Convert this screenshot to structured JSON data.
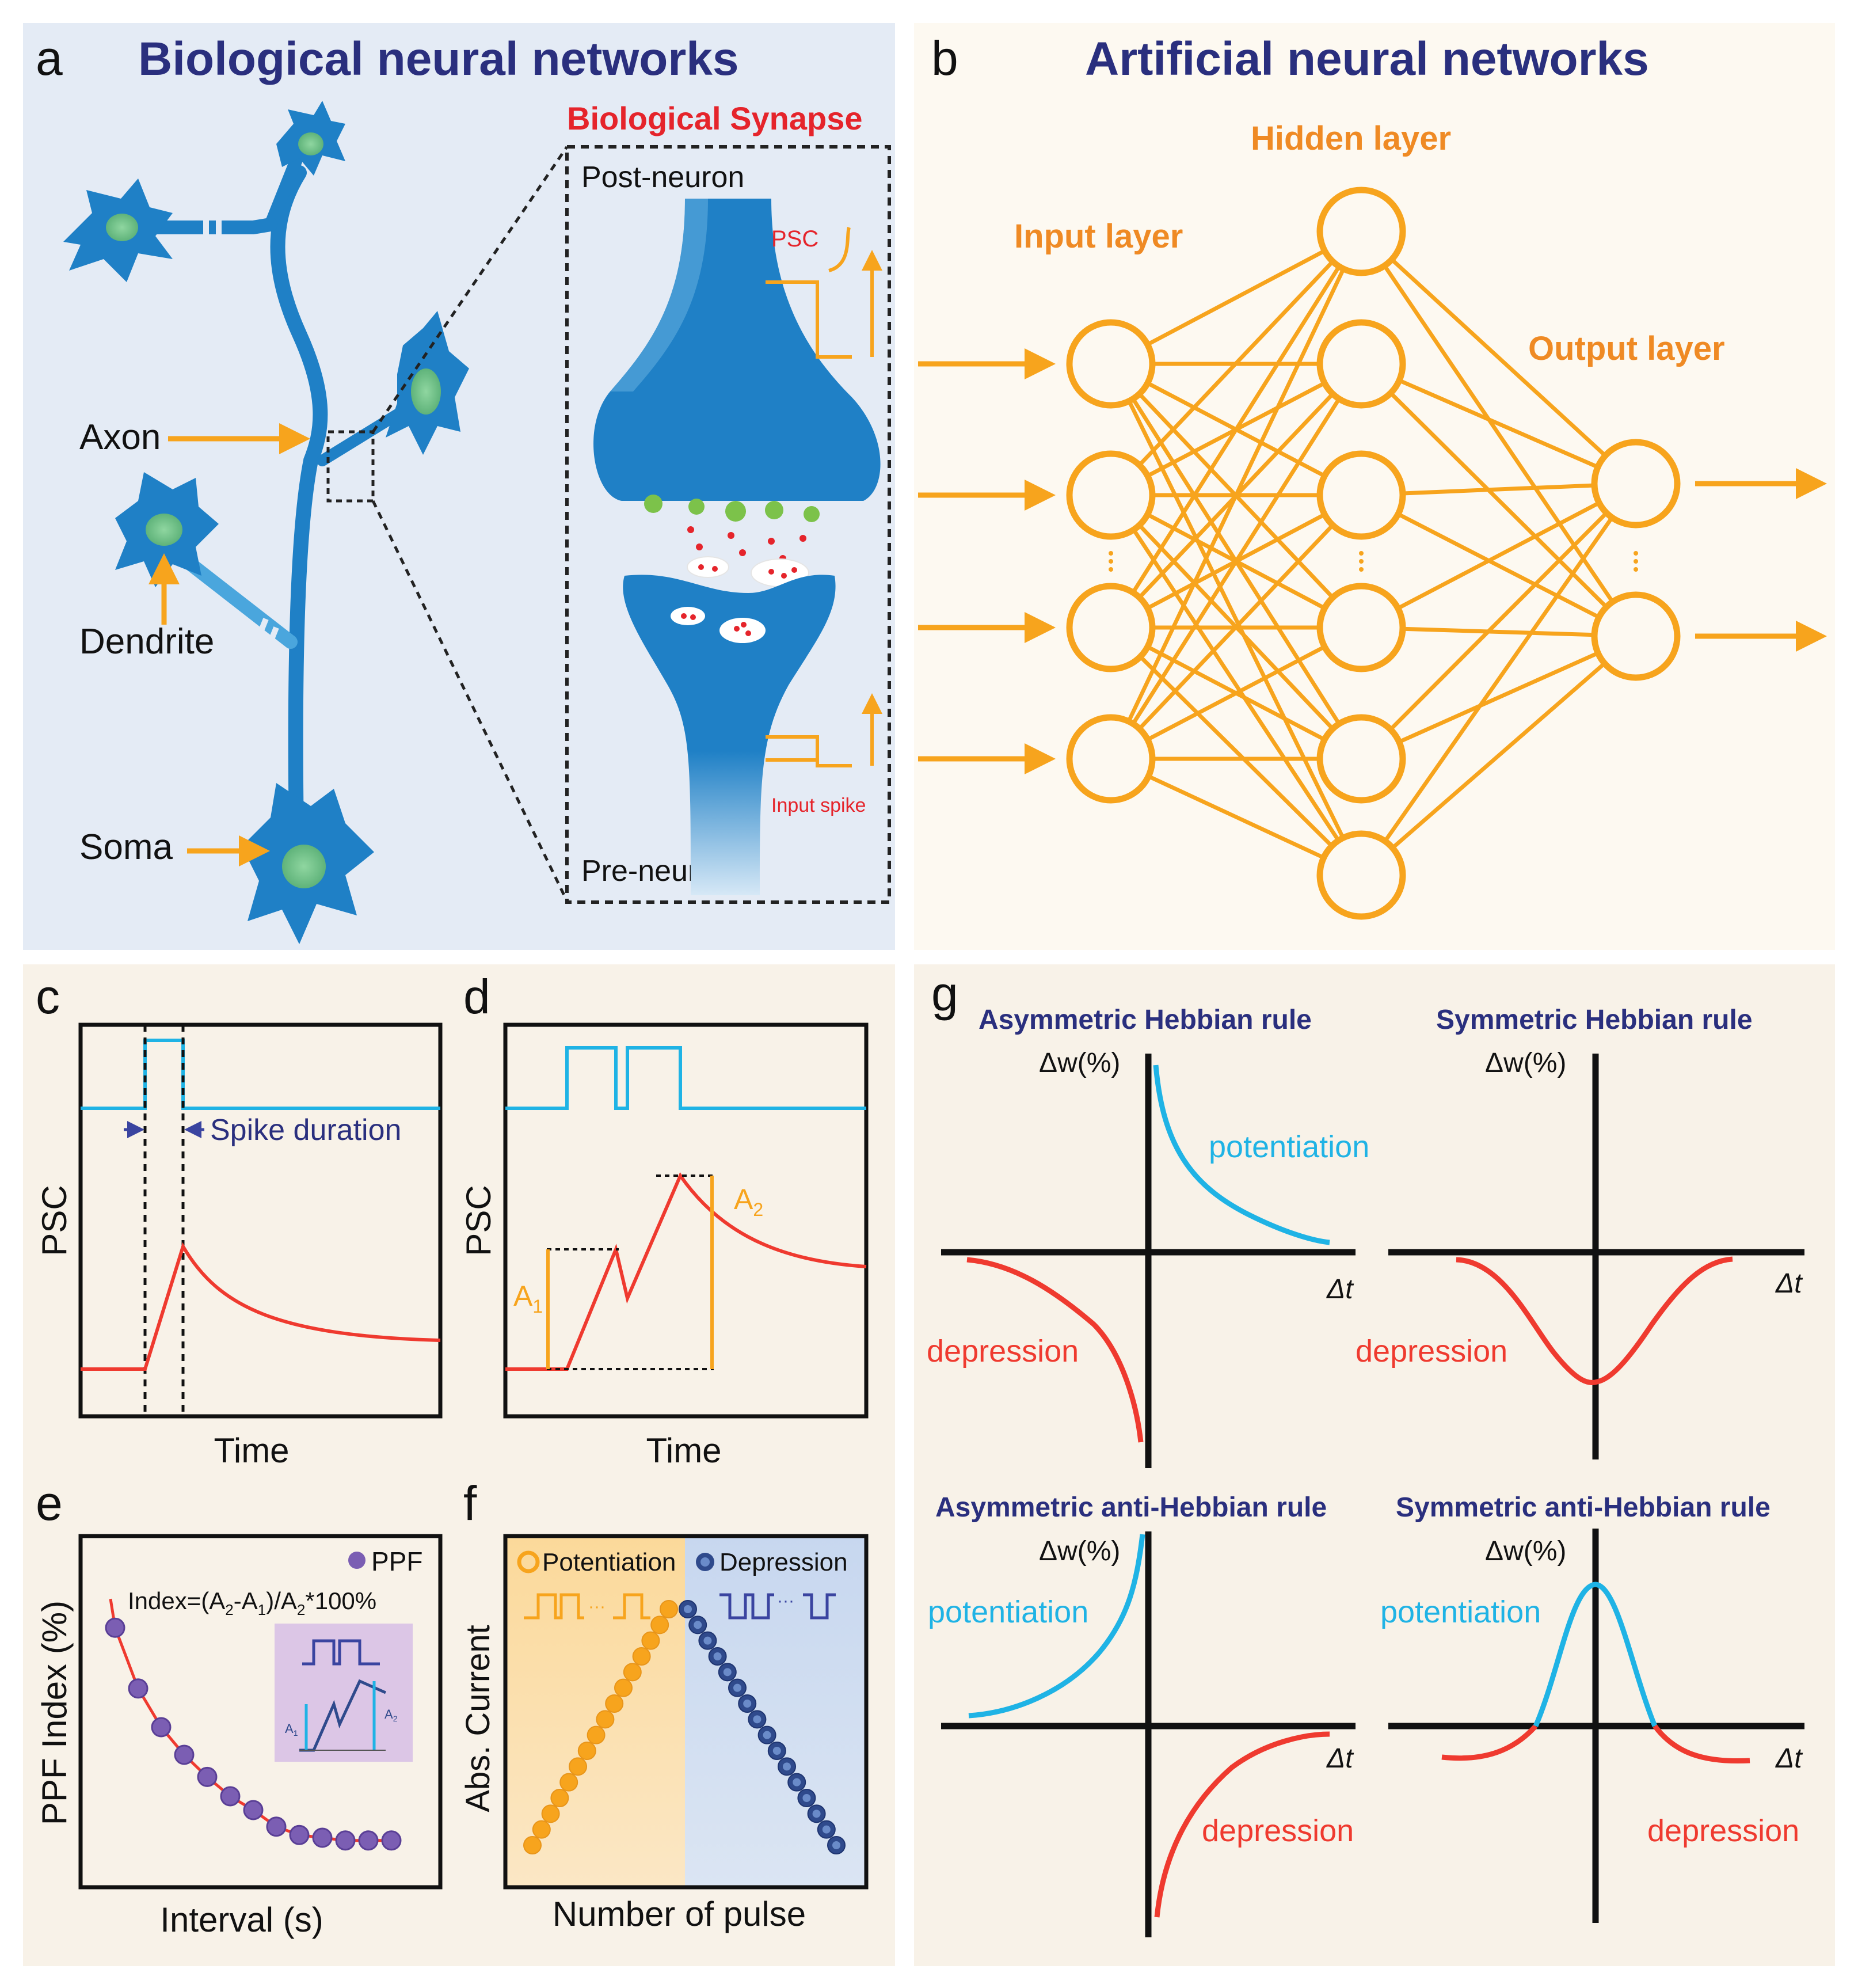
{
  "colors": {
    "panel_a_bg": "#e4ebf5",
    "panel_b_bg": "#fdf9f1",
    "panel_lower_bg": "#f8f2e8",
    "neuron_blue": "#1f80c6",
    "neuron_light": "#4aa6dd",
    "soma_green": "#7cc98a",
    "title_navy": "#2a2f7e",
    "orange": "#f7a41d",
    "label_orange": "#ef8a24",
    "red_label": "#e5242b",
    "curve_red": "#ef3a2f",
    "cyan": "#1fb3e5",
    "purple": "#7b5eb3",
    "depression_blue": "#2f4a8c"
  },
  "panels": {
    "a": {
      "letter": "a",
      "title": "Biological neural networks",
      "synapse_title": "Biological Synapse",
      "post_neuron": "Post-neuron",
      "pre_neuron": "Pre-neuron",
      "psc": "PSC",
      "input_spike": "Input spike",
      "axon": "Axon",
      "dendrite": "Dendrite",
      "soma": "Soma"
    },
    "b": {
      "letter": "b",
      "title": "Artificial neural networks",
      "input_layer": "Input layer",
      "hidden_layer": "Hidden layer",
      "output_layer": "Output layer"
    },
    "c": {
      "letter": "c",
      "ylabel": "PSC",
      "xlabel": "Time",
      "annotation": "Spike duration"
    },
    "d": {
      "letter": "d",
      "ylabel": "PSC",
      "xlabel": "Time",
      "a1": "A",
      "a1_sub": "1",
      "a2": "A",
      "a2_sub": "2"
    },
    "e": {
      "letter": "e",
      "ylabel": "PPF Index (%)",
      "xlabel": "Interval (s)",
      "legend": "PPF",
      "formula_prefix": "Index=(A",
      "formula_s1": "2",
      "formula_mid1": "-A",
      "formula_s2": "1",
      "formula_mid2": ")/A",
      "formula_s3": "2",
      "formula_suffix": "*100%",
      "inset_a1": "A",
      "inset_a1_sub": "1",
      "inset_a2": "A",
      "inset_a2_sub": "2"
    },
    "f": {
      "letter": "f",
      "ylabel": "Abs. Current",
      "xlabel": "Number of pulse",
      "potentiation": "Potentiation",
      "depression": "Depression"
    },
    "g": {
      "letter": "g",
      "quadrants": [
        {
          "title": "Asymmetric Hebbian rule",
          "ylabel": "Δw(%)",
          "xlabel": "Δt",
          "pos_label": "potentiation",
          "neg_label": "depression"
        },
        {
          "title": "Symmetric Hebbian rule",
          "ylabel": "Δw(%)",
          "xlabel": "Δt",
          "neg_label": "depression"
        },
        {
          "title": "Asymmetric anti-Hebbian rule",
          "ylabel": "Δw(%)",
          "xlabel": "Δt",
          "pos_label": "potentiation",
          "neg_label": "depression"
        },
        {
          "title": "Symmetric anti-Hebbian rule",
          "ylabel": "Δw(%)",
          "xlabel": "Δt",
          "pos_label": "potentiation",
          "neg_label": "depression"
        }
      ]
    }
  },
  "chart_data": [
    {
      "type": "line",
      "panel": "e",
      "series": [
        {
          "name": "PPF",
          "values": [
            86,
            64,
            50,
            40,
            32,
            25,
            20,
            14,
            11,
            10,
            9,
            9,
            9
          ]
        }
      ]
    },
    {
      "type": "scatter",
      "panel": "f",
      "series": [
        {
          "name": "Potentiation",
          "values": [
            1,
            2,
            3,
            4,
            5,
            6,
            7,
            8,
            9,
            10,
            11,
            12,
            13,
            14,
            15,
            16
          ]
        },
        {
          "name": "Depression",
          "values": [
            16,
            15,
            14,
            13,
            12,
            11,
            10,
            9,
            8,
            7,
            6,
            5,
            4,
            3,
            2,
            1
          ]
        }
      ]
    }
  ]
}
